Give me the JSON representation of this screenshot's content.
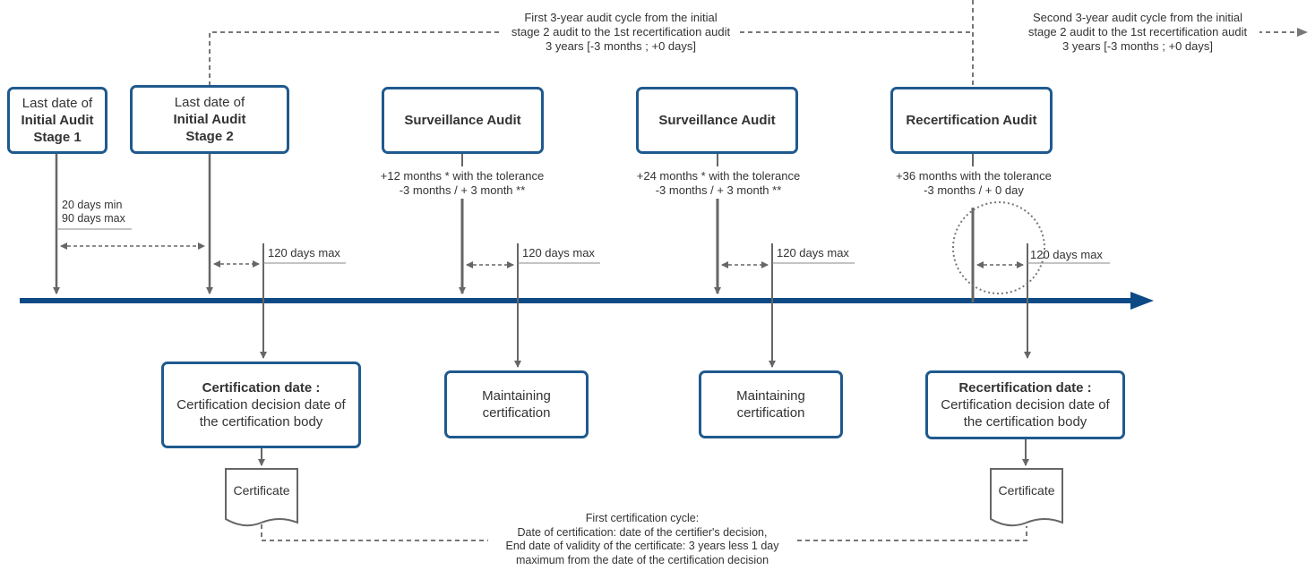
{
  "boxes": {
    "stage1": {
      "line1": "Last date of",
      "line2": "Initial Audit",
      "line3": "Stage 1"
    },
    "stage2": {
      "line1": "Last date of",
      "line2": "Initial Audit",
      "line3": "Stage 2"
    },
    "surv1": {
      "title": "Surveillance Audit"
    },
    "surv2": {
      "title": "Surveillance Audit"
    },
    "recert": {
      "title": "Recertification Audit"
    },
    "cert_date": {
      "title": "Certification date :",
      "line1": "Certification decision date of",
      "line2": "the certification body"
    },
    "maint1": {
      "line1": "Maintaining",
      "line2": "certification"
    },
    "maint2": {
      "line1": "Maintaining",
      "line2": "certification"
    },
    "recert_date": {
      "title": "Recertification date :",
      "line1": "Certification decision date of",
      "line2": "the certification body"
    }
  },
  "labels": {
    "cycle1": {
      "line1": "First 3-year audit cycle from the initial",
      "line2": "stage 2 audit to the 1st recertification audit",
      "line3": "3 years [-3 months ; +0 days]"
    },
    "cycle2": {
      "line1": "Second 3-year audit cycle from the initial",
      "line2": "stage 2 audit to the 1st recertification audit",
      "line3": "3 years [-3 months ; +0 days]"
    },
    "days_min": "20 days min",
    "days_max": "90 days max",
    "max120_a": "120 days max",
    "max120_b": "120 days max",
    "max120_c": "120 days max",
    "max120_d": "120 days max",
    "tol1": {
      "line1": "+12 months * with the tolerance",
      "line2": "-3 months / + 3 month **"
    },
    "tol2": {
      "line1": "+24 months * with the tolerance",
      "line2": "-3 months / + 3 month **"
    },
    "tol3": {
      "line1": "+36 months with the tolerance",
      "line2": "-3 months / + 0 day"
    },
    "certificate1": "Certificate",
    "certificate2": "Certificate",
    "first_cycle": {
      "line1": "First certification cycle:",
      "line2": "Date of certification: date of the certifier's decision,",
      "line3": "End date of validity of the certificate:  3 years less 1 day",
      "line4": "maximum from the date of the certification decision"
    }
  },
  "colors": {
    "timeline": "#0d4a85",
    "box_border": "#1f5a8e",
    "arrow": "#666666",
    "dashed": "#777777",
    "text": "#333333"
  }
}
